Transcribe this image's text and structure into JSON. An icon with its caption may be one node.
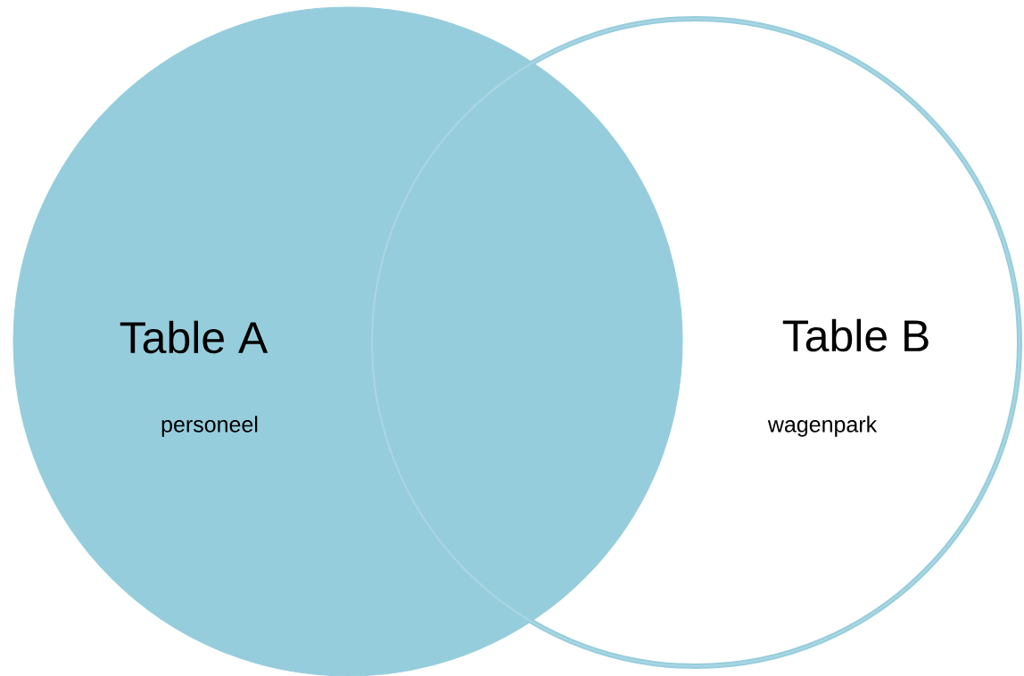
{
  "diagram": {
    "nodes": [
      {
        "text": [
          "Table A",
          "personeel"
        ]
      },
      {
        "text": [
          "Table B",
          "wagenpark"
        ]
      }
    ]
  }
}
